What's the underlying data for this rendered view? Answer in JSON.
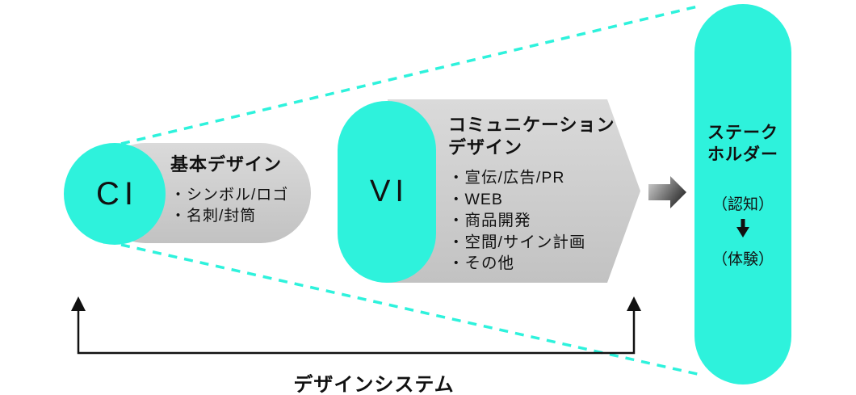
{
  "diagram": {
    "ci": {
      "badge": "CI",
      "heading": "基本デザイン",
      "items": [
        "・シンボル/ロゴ",
        "・名刺/封筒"
      ]
    },
    "vi": {
      "badge": "VI",
      "heading": "コミュニケーション\nデザイン",
      "items": [
        "・宣伝/広告/PR",
        "・WEB",
        "・商品開発",
        "・空間/サイン計画",
        "・その他"
      ]
    },
    "stakeholder": {
      "title": "ステーク\nホルダー",
      "state_first": "（認知）",
      "state_second": "（体験）"
    },
    "bottom_label": "デザインシステム",
    "colors": {
      "accent_cyan": "#2ef2dc",
      "panel_gray_top": "#dadada",
      "panel_gray_bottom": "#c2c2c2",
      "text_black": "#111111"
    }
  }
}
